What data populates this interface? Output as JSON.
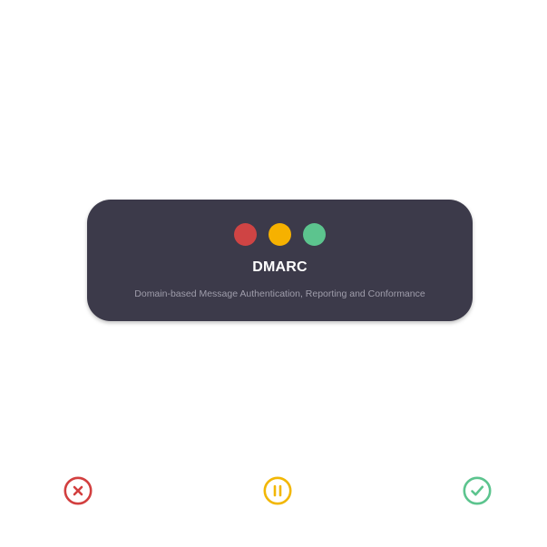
{
  "card": {
    "title": "DMARC",
    "subtitle": "Domain-based Message Authentication, Reporting and Conformance",
    "status_dots": [
      {
        "icon": "red-status-dot",
        "color": "#cf4444"
      },
      {
        "icon": "yellow-status-dot",
        "color": "#f6b100"
      },
      {
        "icon": "green-status-dot",
        "color": "#5cc48e"
      }
    ],
    "background_color": "#3c3a4a"
  },
  "actions": {
    "reject": {
      "icon": "close-circle-icon",
      "color": "#d23f3f"
    },
    "pause": {
      "icon": "pause-circle-icon",
      "color": "#f2b705"
    },
    "accept": {
      "icon": "check-circle-icon",
      "color": "#5cc48e"
    }
  }
}
